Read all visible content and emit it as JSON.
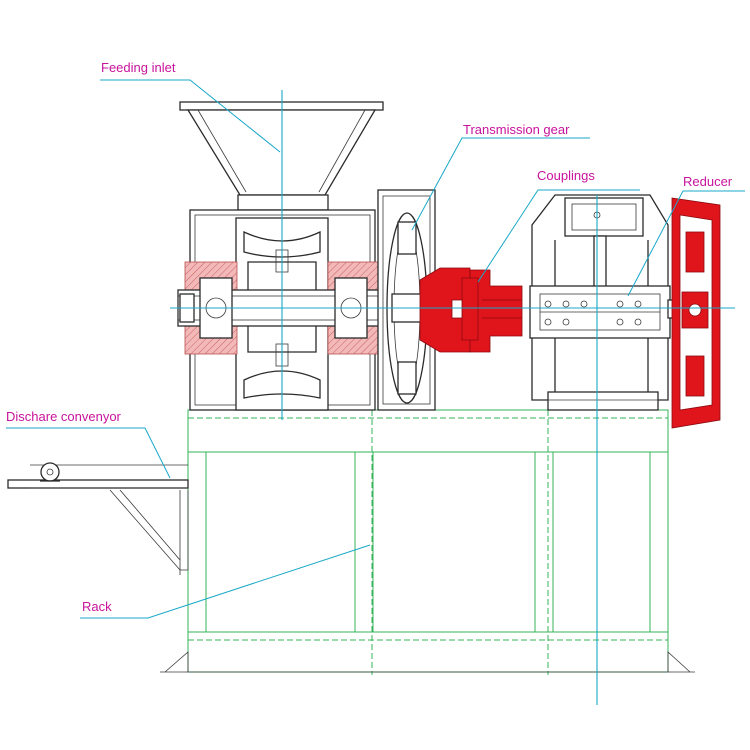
{
  "labels": {
    "feeding_inlet": "Feeding inlet",
    "transmission_gear": "Transmission gear",
    "couplings": "Couplings",
    "reducer": "Reducer",
    "discharge_conveyor": "Dischare convenyor",
    "rack": "Rack"
  },
  "colors": {
    "label": "#c8139c",
    "leader": "#19a8c8",
    "coupling_red": "#e0141b",
    "frame_green": "#33b35a"
  }
}
